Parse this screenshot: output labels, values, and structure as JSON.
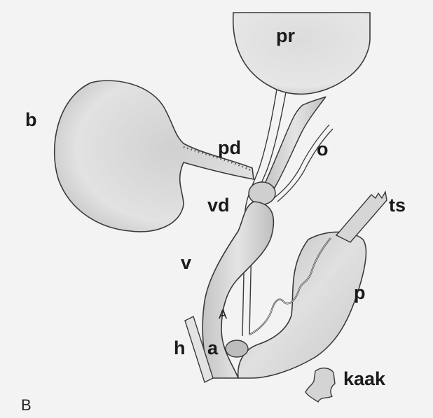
{
  "figure": {
    "panel_letter": "B",
    "labels": {
      "pr": "pr",
      "b": "b",
      "pd": "pd",
      "o": "o",
      "vd": "vd",
      "ts": "ts",
      "v": "v",
      "p": "p",
      "A": "A",
      "h": "h",
      "a": "a",
      "kaak": "kaak"
    },
    "colors": {
      "background": "#f2f2f2",
      "organ_fill": "#d9d9d9",
      "organ_shade": "#bdbdbd",
      "outline": "#3a3a3a",
      "label": "#1a1a1a"
    }
  }
}
